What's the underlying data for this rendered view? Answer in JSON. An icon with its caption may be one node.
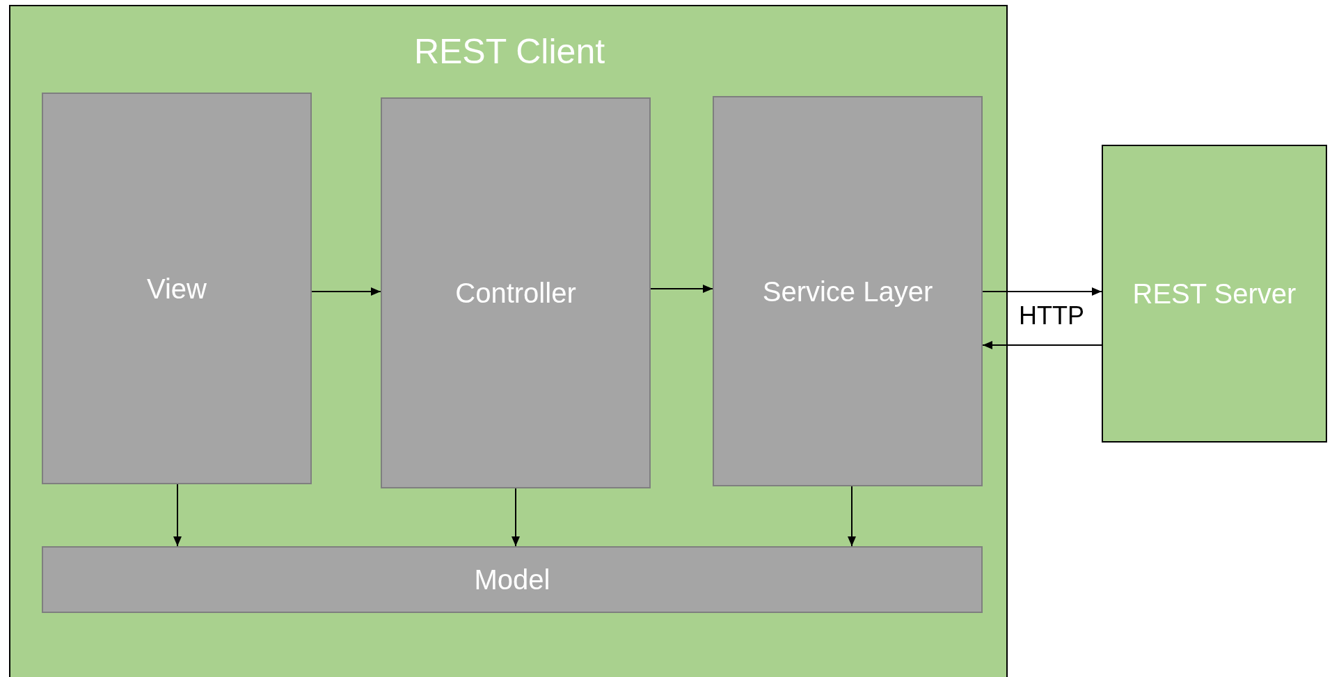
{
  "diagram": {
    "nodes": [
      {
        "text": [
          "REST Client"
        ]
      },
      {
        "text": [
          "View"
        ],
        "in": 0
      },
      {
        "text": [
          "Controller"
        ],
        "in": 0
      },
      {
        "text": [
          "Service Layer"
        ],
        "in": 0
      },
      {
        "text": [
          "Model"
        ],
        "in": 0
      },
      {
        "text": [
          "REST Server"
        ]
      }
    ],
    "edges": [
      {
        "from": 1,
        "to": 2,
        "arrow": "to"
      },
      {
        "from": 2,
        "to": 3,
        "arrow": "to"
      },
      {
        "from": 3,
        "to": 5,
        "arrow": "to"
      },
      {
        "from": 5,
        "to": 3,
        "arrow": "to"
      },
      {
        "from": 1,
        "to": 4,
        "arrow": "to"
      },
      {
        "from": 2,
        "to": 4,
        "arrow": "to"
      },
      {
        "from": 3,
        "to": 4,
        "arrow": "to"
      }
    ],
    "labels": [
      "HTTP"
    ]
  }
}
